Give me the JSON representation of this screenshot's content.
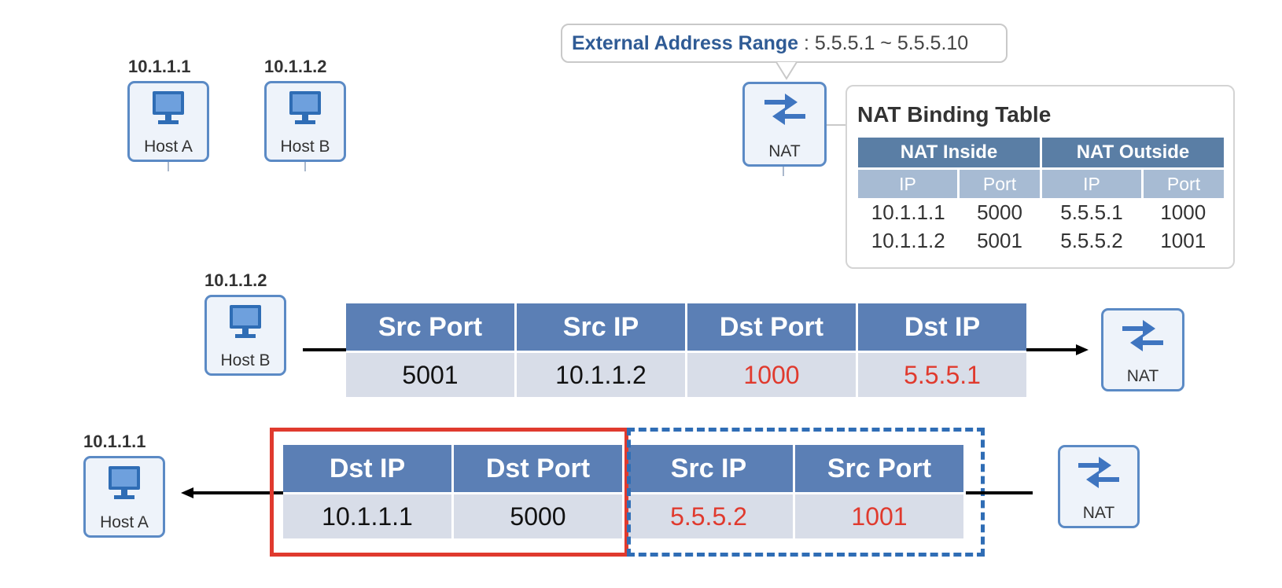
{
  "top": {
    "host_a": {
      "ip": "10.1.1.1",
      "label": "Host A"
    },
    "host_b": {
      "ip": "10.1.1.2",
      "label": "Host B"
    },
    "nat": {
      "label": "NAT"
    },
    "callout": {
      "key": "External Address Range",
      "value": ": 5.5.5.1 ~ 5.5.5.10"
    },
    "binding_table": {
      "title": "NAT Binding Table",
      "groups": [
        "NAT Inside",
        "NAT Outside"
      ],
      "sub_headers": [
        "IP",
        "Port",
        "IP",
        "Port"
      ],
      "rows": [
        [
          "10.1.1.1",
          "5000",
          "5.5.5.1",
          "1000"
        ],
        [
          "10.1.1.2",
          "5001",
          "5.5.5.2",
          "1001"
        ]
      ]
    }
  },
  "outbound": {
    "host": {
      "ip": "10.1.1.2",
      "label": "Host B"
    },
    "nat": {
      "label": "NAT"
    },
    "headers": [
      "Src Port",
      "Src IP",
      "Dst Port",
      "Dst IP"
    ],
    "values": [
      "5001",
      "10.1.1.2",
      "1000",
      "5.5.5.1"
    ]
  },
  "inbound": {
    "host": {
      "ip": "10.1.1.1",
      "label": "Host A"
    },
    "nat": {
      "label": "NAT"
    },
    "headers": [
      "Dst IP",
      "Dst Port",
      "Src IP",
      "Src Port"
    ],
    "values": [
      "10.1.1.1",
      "5000",
      "5.5.5.2",
      "1001"
    ]
  },
  "colors": {
    "device_border": "#5b8ac5",
    "table_header": "#5b7fb5",
    "table_cell": "#d8dde8",
    "highlight_red": "#e03a2e",
    "highlight_blue": "#2f6db5"
  },
  "icons": {
    "host": "computer-monitor-icon",
    "nat": "nat-arrows-icon"
  }
}
